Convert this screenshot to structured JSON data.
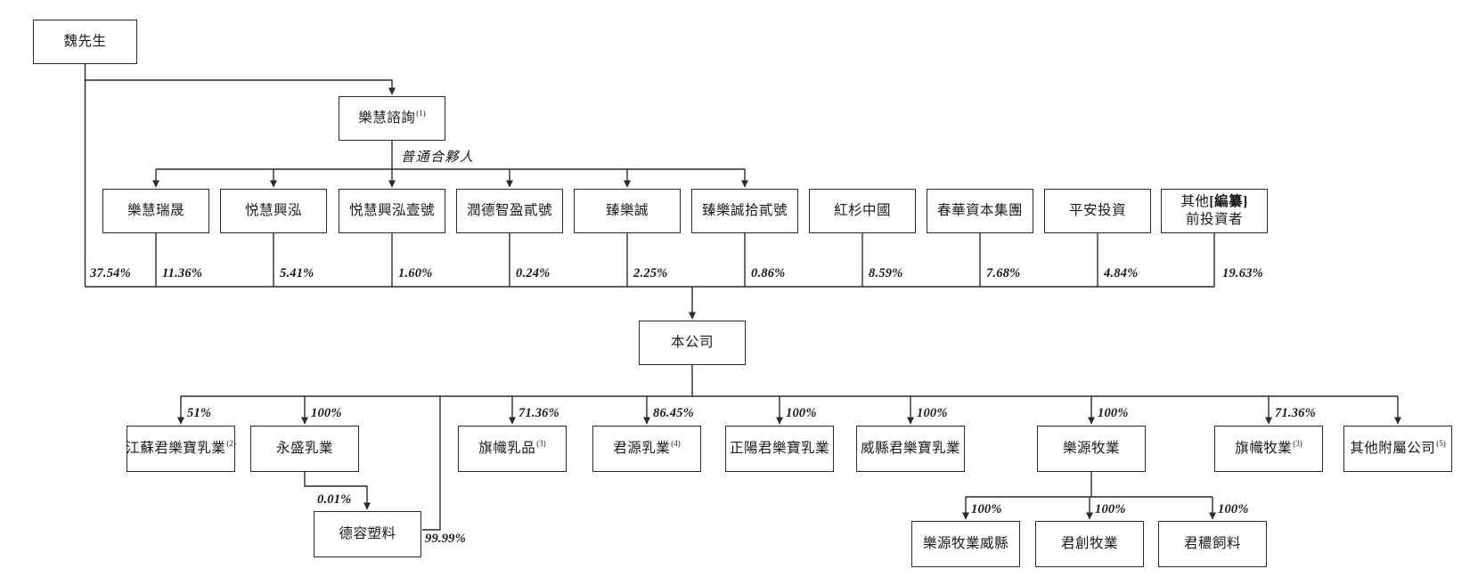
{
  "chart": {
    "root": {
      "label": "魏先生",
      "percent": "37.54%"
    },
    "gp": {
      "label": "樂慧諮詢",
      "sup": "(1)",
      "role_label": "普通合夥人"
    },
    "shareholders": [
      {
        "label": "樂慧瑞晟",
        "percent": "11.36%"
      },
      {
        "label": "悦慧興泓",
        "percent": "5.41%"
      },
      {
        "label": "悦慧興泓壹號",
        "percent": "1.60%"
      },
      {
        "label": "潤德智盈貳號",
        "percent": "0.24%"
      },
      {
        "label": "臻樂誠",
        "percent": "2.25%"
      },
      {
        "label": "臻樂誠拾貳號",
        "percent": "0.86%"
      },
      {
        "label": "紅杉中國",
        "percent": "8.59%"
      },
      {
        "label": "春華資本集團",
        "percent": "7.68%"
      },
      {
        "label": "平安投資",
        "percent": "4.84%"
      },
      {
        "label_line1": "其他",
        "label_redacted": "[編纂]",
        "label_line2": "前投資者",
        "percent": "19.63%"
      }
    ],
    "company": {
      "label": "本公司"
    },
    "subsidiaries": [
      {
        "label": "江蘇君樂寶乳業",
        "sup": "(2)",
        "percent": "51%"
      },
      {
        "label": "永盛乳業",
        "percent": "100%"
      },
      {
        "label": "旗幟乳品",
        "sup": "(3)",
        "percent": "71.36%"
      },
      {
        "label": "君源乳業",
        "sup": "(4)",
        "percent": "86.45%"
      },
      {
        "label": "正陽君樂寶乳業",
        "percent": "100%"
      },
      {
        "label": "威縣君樂寶乳業",
        "percent": "100%"
      },
      {
        "label": "樂源牧業",
        "percent": "100%"
      },
      {
        "label": "旗幟牧業",
        "sup": "(3)",
        "percent": "71.36%"
      },
      {
        "label": "其他附屬公司",
        "sup": "(5)"
      }
    ],
    "derong": {
      "label": "德容塑料",
      "from_yongsheng": "0.01%",
      "from_company": "99.99%"
    },
    "leyuan_children": [
      {
        "label": "樂源牧業威縣",
        "percent": "100%"
      },
      {
        "label": "君創牧業",
        "percent": "100%"
      },
      {
        "label": "君穠飼料",
        "percent": "100%"
      }
    ]
  }
}
